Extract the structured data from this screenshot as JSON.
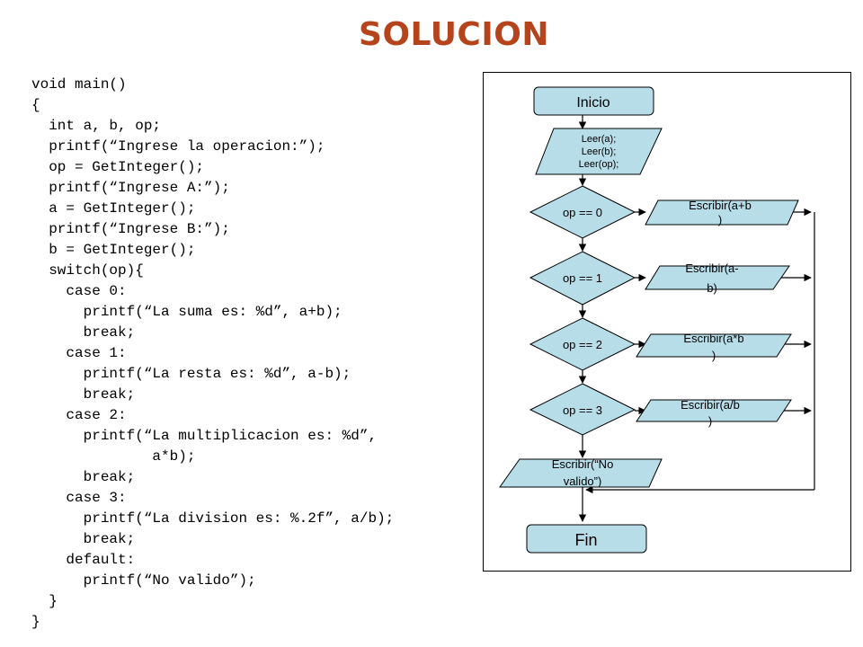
{
  "title": "SOLUCION",
  "code": [
    "void main()",
    "{",
    "  int a, b, op;",
    "  printf(“Ingrese la operacion:”);",
    "  op = GetInteger();",
    "  printf(“Ingrese A:”);",
    "  a = GetInteger();",
    "  printf(“Ingrese B:”);",
    "  b = GetInteger();",
    "  switch(op){",
    "    case 0:",
    "      printf(“La suma es: %d”, a+b);",
    "      break;",
    "    case 1:",
    "      printf(“La resta es: %d”, a-b);",
    "      break;",
    "    case 2:",
    "      printf(“La multiplicacion es: %d”,",
    "              a*b);",
    "      break;",
    "    case 3:",
    "      printf(“La division es: %.2f”, a/b);",
    "      break;",
    "    default:",
    "      printf(“No valido”);",
    "  }",
    "}"
  ],
  "flowchart": {
    "start": "Inicio",
    "input_lines": [
      "Leer(a);",
      "Leer(b);",
      "Leer(op);"
    ],
    "decisions": [
      "op == 0",
      "op == 1",
      "op == 2",
      "op == 3"
    ],
    "outputs": [
      [
        "Escribir(a+b",
        ")"
      ],
      [
        "Escribir(a-",
        "b)"
      ],
      [
        "Escribir(a*b",
        ")"
      ],
      [
        "Escribir(a/b",
        ")"
      ]
    ],
    "default_output": [
      "Escribir(“No",
      "valido”)"
    ],
    "end": "Fin"
  },
  "colors": {
    "title": "#b5441d",
    "shape_fill": "#b7dde8",
    "shape_stroke": "#000000"
  }
}
